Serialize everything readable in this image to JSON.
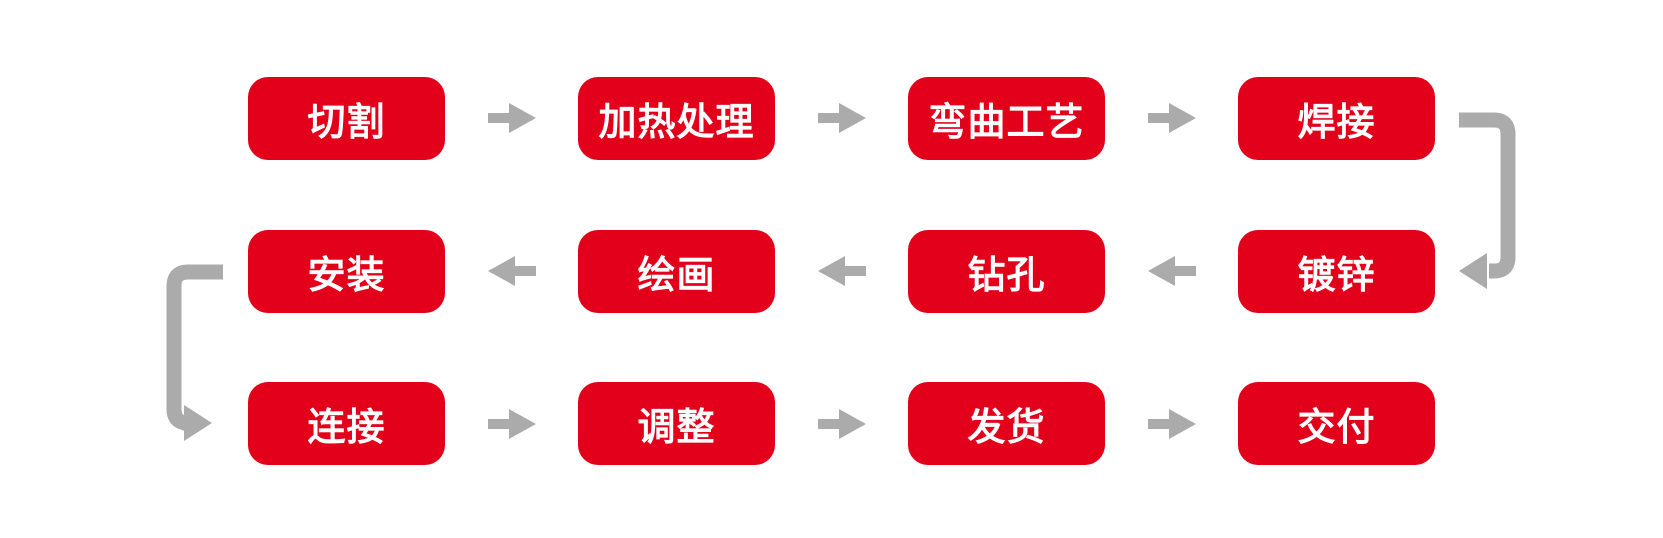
{
  "diagram": {
    "type": "snake-process-flow",
    "colors": {
      "node_fill": "#e2001a",
      "node_text": "#ffffff",
      "arrow": "#ababab",
      "background": "#ffffff"
    },
    "process_order": [
      "切割",
      "加热处理",
      "弯曲工艺",
      "焊接",
      "镀锌",
      "钻孔",
      "绘画",
      "安装",
      "连接",
      "调整",
      "发货",
      "交付"
    ],
    "rows": [
      {
        "direction": "left-to-right",
        "nodes": [
          {
            "id": "cutting",
            "label": "切割"
          },
          {
            "id": "heat-treatment",
            "label": "加热处理"
          },
          {
            "id": "bending-process",
            "label": "弯曲工艺"
          },
          {
            "id": "welding",
            "label": "焊接"
          }
        ]
      },
      {
        "direction": "right-to-left",
        "nodes": [
          {
            "id": "installation",
            "label": "安装"
          },
          {
            "id": "painting",
            "label": "绘画"
          },
          {
            "id": "drilling",
            "label": "钻孔"
          },
          {
            "id": "galvanizing",
            "label": "镀锌"
          }
        ]
      },
      {
        "direction": "left-to-right",
        "nodes": [
          {
            "id": "connecting",
            "label": "连接"
          },
          {
            "id": "adjustment",
            "label": "调整"
          },
          {
            "id": "shipping",
            "label": "发货"
          },
          {
            "id": "delivery",
            "label": "交付"
          }
        ]
      }
    ],
    "connectors": [
      {
        "from": "焊接",
        "to": "镀锌",
        "side": "right"
      },
      {
        "from": "安装",
        "to": "连接",
        "side": "left"
      }
    ]
  }
}
